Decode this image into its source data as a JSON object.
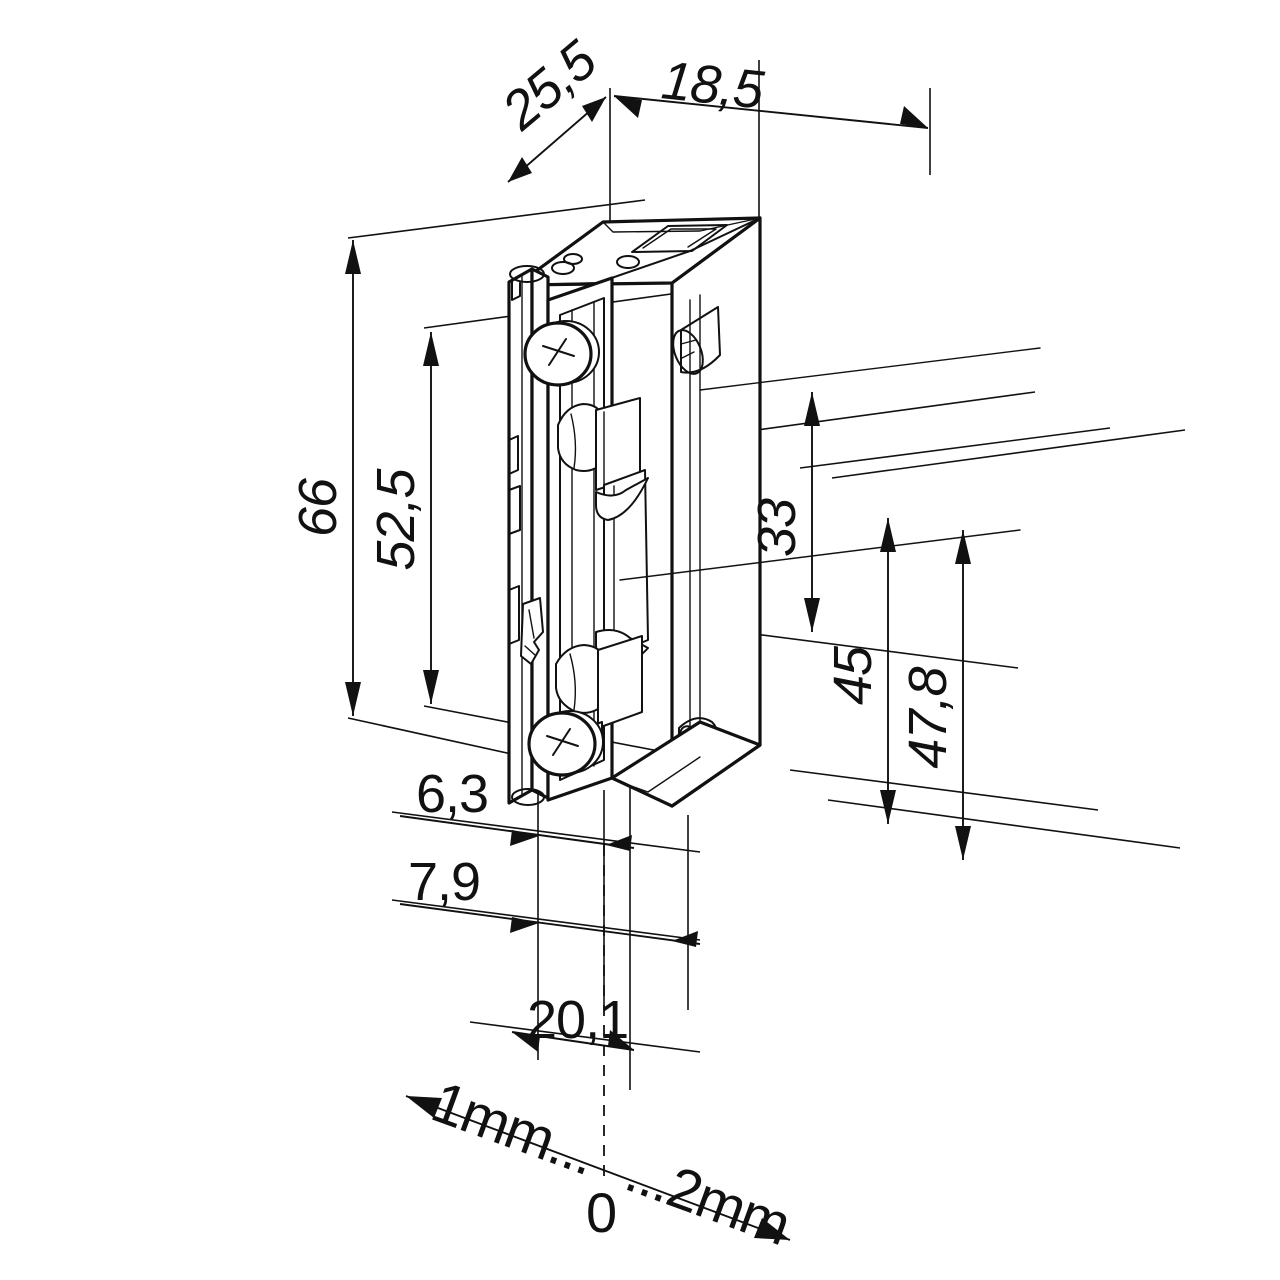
{
  "drawing": {
    "title": "Electric door strike dimensional drawing",
    "units": "mm",
    "background_color": "#ffffff",
    "line_color": "#111111"
  },
  "dimensions": {
    "depth_total": "25,5",
    "depth_body": "18,5",
    "height_total": "66",
    "height_faceplate_screws": "52,5",
    "height_latch_upper": "33",
    "height_latch_total": "45",
    "height_body": "47,8",
    "offset_front": "6,3",
    "offset_mid": "7,9",
    "width_body": "20,1"
  },
  "scale_note": {
    "left_label": "1mm...",
    "right_label": "...2mm",
    "origin_label": "0"
  }
}
